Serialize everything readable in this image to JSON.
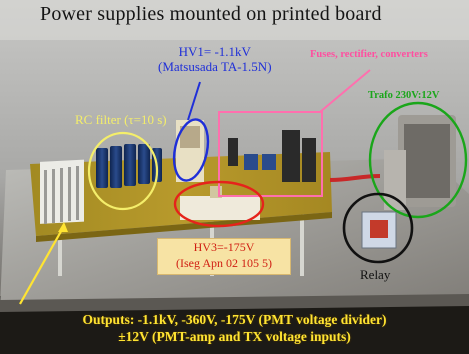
{
  "title": "Power supplies mounted on printed board",
  "annotations": {
    "hv1": {
      "line1": "HV1= -1.1kV",
      "line2": "(Matsusada TA-1.5N)",
      "color": "#1f2fd8"
    },
    "fuses": {
      "text": "Fuses, rectifier, converters",
      "color": "#ff4fa0"
    },
    "trafo": {
      "text": "Trafo 230V:12V",
      "color": "#1aa61a"
    },
    "rc_filter": {
      "text": "RC filter (τ=10 s)",
      "color": "#f4ee6a"
    },
    "hv3": {
      "line1": "HV3=-175V",
      "line2": "(Iseg Apn 02 105 5)",
      "color": "#d01e12"
    },
    "relay": {
      "text": "Relay"
    },
    "outputs": {
      "line1": "Outputs: -1.1kV, -360V, -175V (PMT voltage divider)",
      "line2": "±12V (PMT-amp and TX voltage inputs)",
      "color": "#ffe432"
    }
  }
}
